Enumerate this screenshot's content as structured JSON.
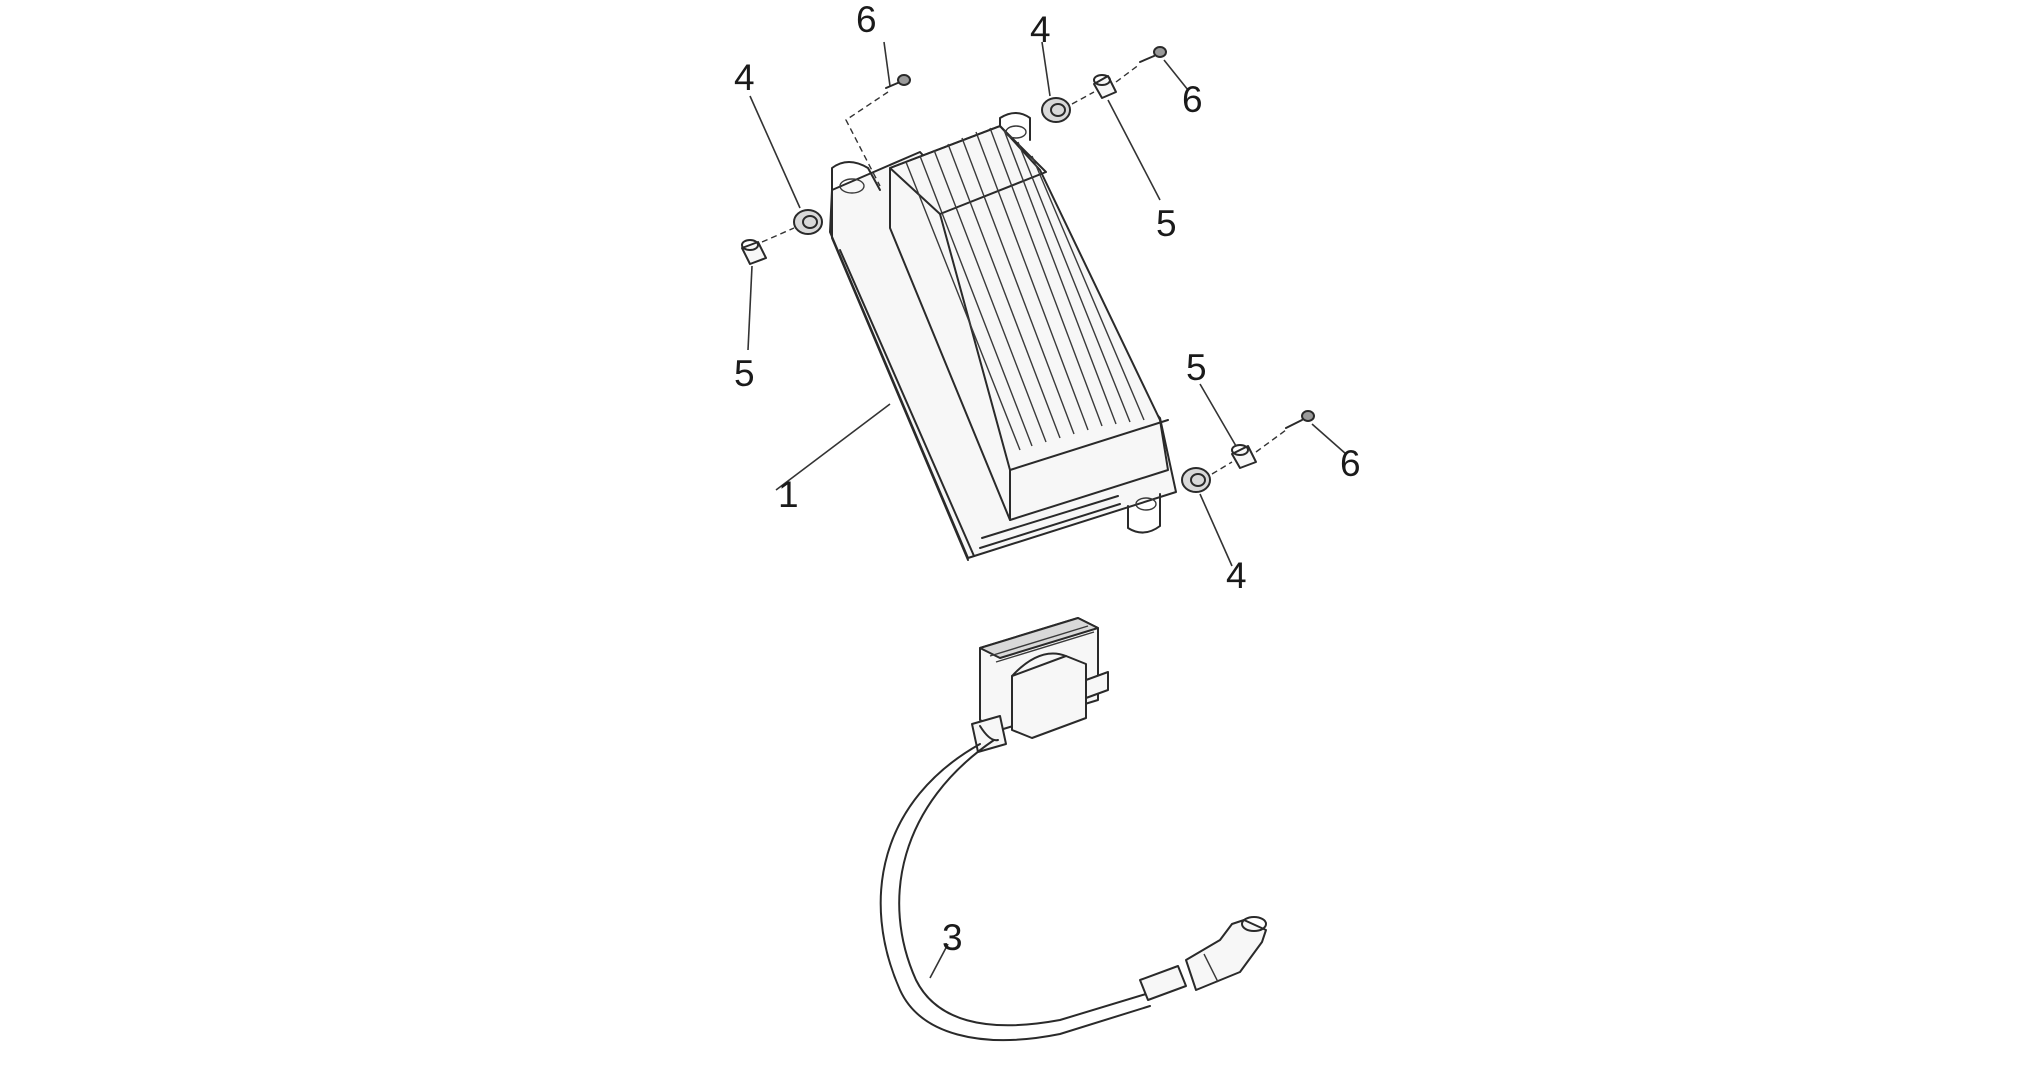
{
  "callouts": {
    "part_1": "1",
    "part_3": "3",
    "part_4_left": "4",
    "part_4_top": "4",
    "part_4_bottom": "4",
    "part_5_left": "5",
    "part_5_top": "5",
    "part_5_bottom": "5",
    "part_6_top_left": "6",
    "part_6_top_right": "6",
    "part_6_bottom": "6"
  },
  "colors": {
    "line": "#2a2a2a",
    "background": "#ffffff",
    "shading": "#d9d9d9"
  }
}
